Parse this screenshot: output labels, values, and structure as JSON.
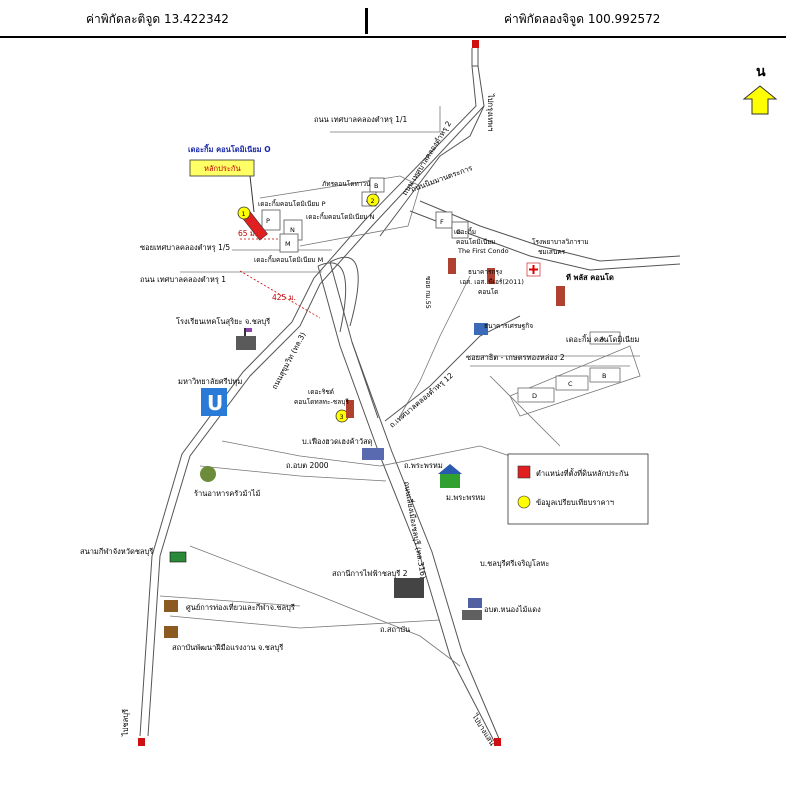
{
  "header": {
    "latitude_label": "ค่าพิกัดละติจูด 13.422342",
    "longitude_label": "ค่าพิกัดลองจิจูด 100.992572"
  },
  "north": {
    "label": "น",
    "color": "#ffff00"
  },
  "subject": {
    "project_name": "เดอะกิ้ม คอนโดมิเนียม O",
    "tag": "หลักประกัน",
    "tag_color": "#ffff66",
    "marker_color": "#e02020"
  },
  "distances": {
    "d1": "65 ม.",
    "d2": "425 ม."
  },
  "roads": {
    "to_bangkok": "ไปกรุงเทพฯ",
    "to_chonburi": "ไปชลบุรี",
    "to_bangsaen": "ไปบางแสน",
    "khlong_tamru_1_1": "ถนน เทศบาลคลองตำหรุ 1/1",
    "khlong_tamru_2": "ถนน เทศบาลคลองตำหรุ 2",
    "soi_1_5": "ซอยเทศบาลคลองตำหรุ 1/5",
    "khlong_tamru_1": "ถนน เทศบาลคลองตำหรุ 1",
    "nim_khon": "ถนนนิมมานตระการ",
    "sukhumvit": "ถนนสุขุมวิท (ทล.3)",
    "khlong_tamru_12": "ถ.เทศบาลคลองตำหรุ 12",
    "sathit": "ซอยสาธิต - เกษตรทองหล่อง 2",
    "ubon_2000": "ถ.อบต 2000",
    "phra_phrom": "ถ.พระพรหม",
    "bypass": "ถนนเลี่ยงเมืองชลบุรี (ทล.316)",
    "sathaban": "ถ.สถาบัน",
    "soi_55": "ซอย กม.55"
  },
  "places": {
    "condo_p": "เดอะกิ้มคอนโดมิเนียม P",
    "condo_n": "เดอะกิ้มคอนโดมิเนียม N",
    "condo_m": "เดอะกิ้มคอนโดมิเนียม M",
    "phat_condo": "ภัทรคอนโดทาวน์",
    "condo_g_1": "เดอะกิ้ม",
    "condo_g_2": "คอนโดมิเนียม",
    "condo_g_3": "The First Condo",
    "hospital_1": "โรงพยาบาลวิภาราม",
    "hospital_2": "ชมเสนคร",
    "bank_1": "ธนาคารกรุง",
    "bank_2": "เอส. เอส. พีเอร์(2011)",
    "bank_3": "คอนโด",
    "tplus": "ที พลัส คอนโด",
    "krungthai": "ธนาคารเศรษฐกิจ",
    "condo_abcd": "เดอะกิ้ม คอนโดมิเนียม",
    "school": "โรงเรียนเทคโนสุริยะ จ.ชลบุรี",
    "university": "มหาวิทยาลัยศรีปทุม",
    "the_rich": "เดอะริชด์",
    "the_rich_2": "คอนโดทลทะ-ชลบุรี",
    "phamtr": "บ.เฟืองฮวดเฮงค้าวัสดุ",
    "restaurant": "ร้านอาหารครัวม้าไม้",
    "phraprom": "ม.พระพรหม",
    "stadium": "สนามกีฬาจังหวัดชลบุรี",
    "electricity": "สถานีการไฟฟ้าชลบุรี 2",
    "chonburi_co": "บ.ชลบุรีศรีเจริญโลหะ",
    "tourism": "ศูนย์การท่องเที่ยวและกีฬาจ.ชลบุรี",
    "obt": "อบต.หนองไม้แดง",
    "labor": "สถาบันพัฒนาฝีมือแรงงาน จ.ชลบุรี"
  },
  "legend": {
    "asset": "ตำแหน่งที่ตั้งที่ดินหลักประกัน",
    "compare": "ข้อมูลเปรียบเทียบราคาฯ",
    "asset_color": "#e02020",
    "compare_color": "#ffff00"
  },
  "markers": [
    "1",
    "2",
    "3"
  ],
  "blocks": {
    "p": "P",
    "n": "N",
    "m": "M",
    "b": "B",
    "a": "A",
    "f": "F",
    "g": "G",
    "ba": "A",
    "bb": "B",
    "bc": "C",
    "bd": "D"
  }
}
